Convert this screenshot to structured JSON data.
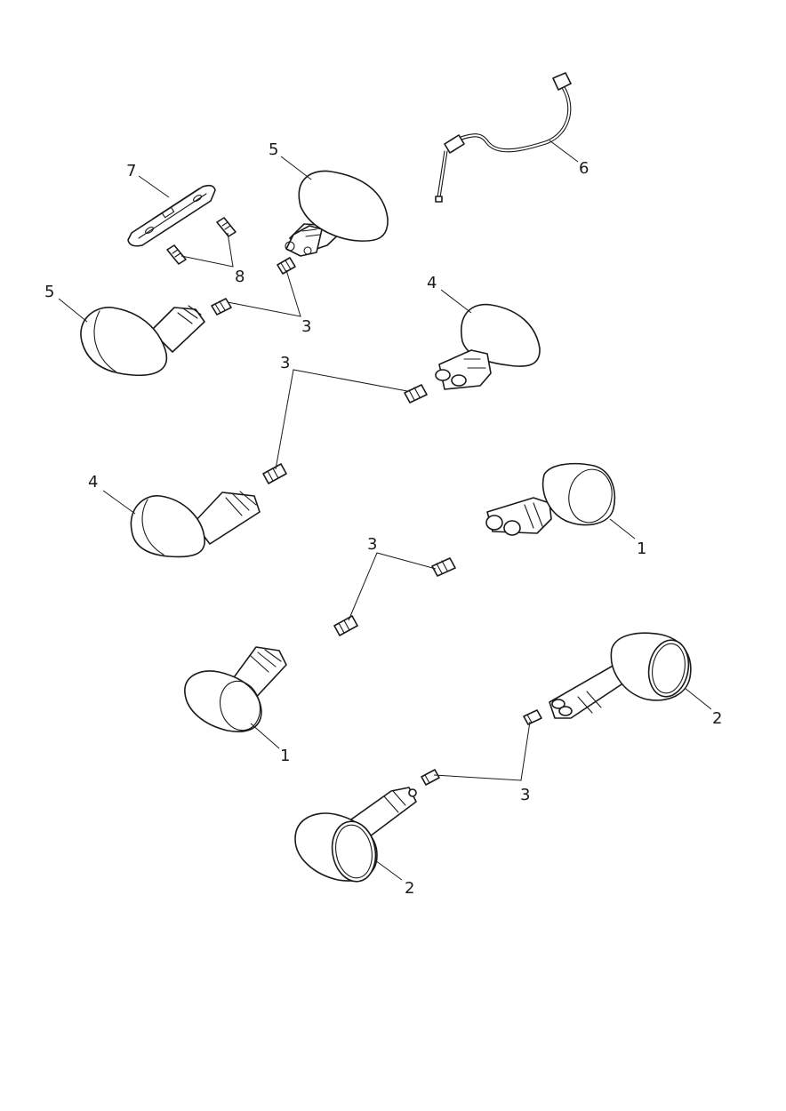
{
  "callouts": {
    "c5a": "5",
    "c5b": "5",
    "c7": "7",
    "c8": "8",
    "c6": "6",
    "c3a": "3",
    "c4a": "4",
    "c3b": "3",
    "c4b": "4",
    "c1a": "1",
    "c3c": "3",
    "c1b": "1",
    "c2a": "2",
    "c3d": "3",
    "c2b": "2"
  }
}
